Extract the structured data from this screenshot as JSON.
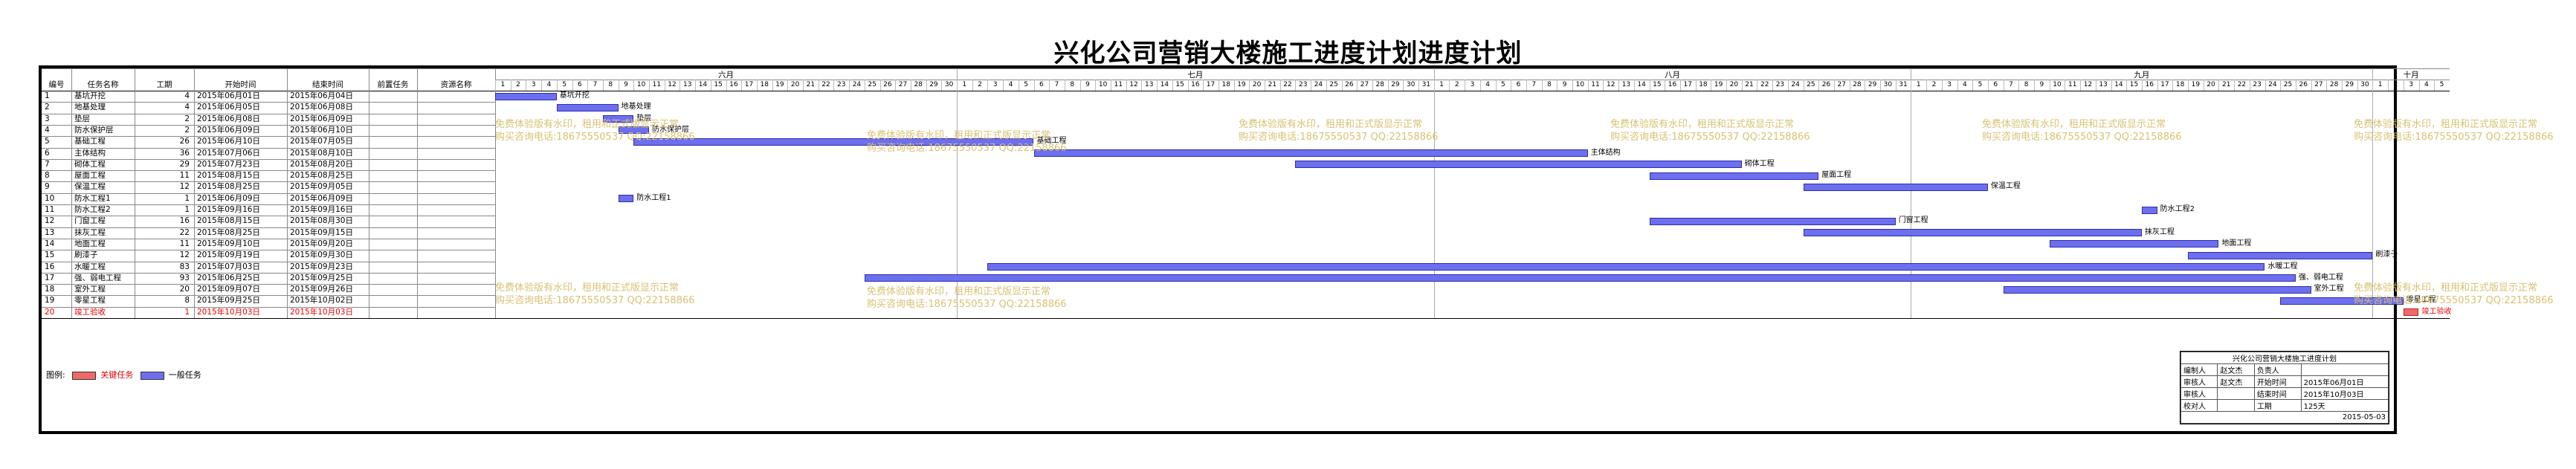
{
  "title": "兴化公司营销大楼施工进度计划进度计划",
  "columns": [
    "编号",
    "任务名称",
    "工期",
    "开始时间",
    "结束时间",
    "前置任务",
    "资源名称"
  ],
  "months": [
    "六月",
    "七月",
    "八月",
    "九月",
    "十月"
  ],
  "tasks": [
    {
      "id": "1",
      "name": "基坑开挖",
      "dur": "4",
      "start": "2015年06月01日",
      "end": "2015年06月04日",
      "bar": "基坑开挖",
      "s": 1,
      "d": 4
    },
    {
      "id": "2",
      "name": "地基处理",
      "dur": "4",
      "start": "2015年06月05日",
      "end": "2015年06月08日",
      "bar": "地基处理",
      "s": 5,
      "d": 4
    },
    {
      "id": "3",
      "name": "垫层",
      "dur": "2",
      "start": "2015年06月08日",
      "end": "2015年06月09日",
      "bar": "垫层",
      "s": 8,
      "d": 2
    },
    {
      "id": "4",
      "name": "防水保护层",
      "dur": "2",
      "start": "2015年06月09日",
      "end": "2015年06月10日",
      "bar": "防水保护层",
      "s": 9,
      "d": 2
    },
    {
      "id": "5",
      "name": "基础工程",
      "dur": "26",
      "start": "2015年06月10日",
      "end": "2015年07月05日",
      "bar": "基础工程",
      "s": 10,
      "d": 26
    },
    {
      "id": "6",
      "name": "主体结构",
      "dur": "36",
      "start": "2015年07月06日",
      "end": "2015年08月10日",
      "bar": "主体结构",
      "s": 36,
      "d": 36
    },
    {
      "id": "7",
      "name": "砌体工程",
      "dur": "29",
      "start": "2015年07月23日",
      "end": "2015年08月20日",
      "bar": "砌体工程",
      "s": 53,
      "d": 29
    },
    {
      "id": "8",
      "name": "屋面工程",
      "dur": "11",
      "start": "2015年08月15日",
      "end": "2015年08月25日",
      "bar": "屋面工程",
      "s": 76,
      "d": 11
    },
    {
      "id": "9",
      "name": "保温工程",
      "dur": "12",
      "start": "2015年08月25日",
      "end": "2015年09月05日",
      "bar": "保温工程",
      "s": 86,
      "d": 12
    },
    {
      "id": "10",
      "name": "防水工程1",
      "dur": "1",
      "start": "2015年06月09日",
      "end": "2015年06月09日",
      "bar": "防水工程1",
      "s": 9,
      "d": 1
    },
    {
      "id": "11",
      "name": "防水工程2",
      "dur": "1",
      "start": "2015年09月16日",
      "end": "2015年09月16日",
      "bar": "防水工程2",
      "s": 108,
      "d": 1
    },
    {
      "id": "12",
      "name": "门窗工程",
      "dur": "16",
      "start": "2015年08月15日",
      "end": "2015年08月30日",
      "bar": "门窗工程",
      "s": 76,
      "d": 16
    },
    {
      "id": "13",
      "name": "抹灰工程",
      "dur": "22",
      "start": "2015年08月25日",
      "end": "2015年09月15日",
      "bar": "抹灰工程",
      "s": 86,
      "d": 22
    },
    {
      "id": "14",
      "name": "地面工程",
      "dur": "11",
      "start": "2015年09月10日",
      "end": "2015年09月20日",
      "bar": "地面工程",
      "s": 102,
      "d": 11
    },
    {
      "id": "15",
      "name": "刷漆子",
      "dur": "12",
      "start": "2015年09月19日",
      "end": "2015年09月30日",
      "bar": "刷漆子",
      "s": 111,
      "d": 12
    },
    {
      "id": "16",
      "name": "水暖工程",
      "dur": "83",
      "start": "2015年07月03日",
      "end": "2015年09月23日",
      "bar": "水暖工程",
      "s": 33,
      "d": 83
    },
    {
      "id": "17",
      "name": "强、弱电工程",
      "dur": "93",
      "start": "2015年06月25日",
      "end": "2015年09月25日",
      "bar": "强、弱电工程",
      "s": 25,
      "d": 93
    },
    {
      "id": "18",
      "name": "室外工程",
      "dur": "20",
      "start": "2015年09月07日",
      "end": "2015年09月26日",
      "bar": "室外工程",
      "s": 99,
      "d": 20
    },
    {
      "id": "19",
      "name": "零星工程",
      "dur": "8",
      "start": "2015年09月25日",
      "end": "2015年10月02日",
      "bar": "零星工程",
      "s": 117,
      "d": 8
    },
    {
      "id": "20",
      "name": "竣工验收",
      "dur": "1",
      "start": "2015年10月03日",
      "end": "2015年10月03日",
      "bar": "竣工验收",
      "s": 125,
      "d": 1,
      "critical": true
    }
  ],
  "watermark": {
    "line1": "免费体验版有水印，租用和正式版显示正常",
    "line2": "购买咨询电话:18675550537 QQ:22158866"
  },
  "legend": {
    "label": "图例:",
    "critical": "关键任务",
    "normal": "一般任务"
  },
  "info": {
    "title": "兴化公司营销大楼施工进度计划",
    "editor_label": "编制人",
    "editor": "赵文杰",
    "owner_label": "负责人",
    "reviewer_label": "审核人",
    "reviewer": "赵文杰",
    "start_label": "开始时间",
    "start": "2015年06月01日",
    "approver_label": "审核人",
    "end_label": "结束时间",
    "end": "2015年10月03日",
    "checker_label": "校对人",
    "days_label": "工期",
    "days": "125天",
    "date": "2015-05-03"
  },
  "colors": {
    "bar": "#6d6ff0",
    "critical": "#ee6a6a",
    "watermark": "#d8c173",
    "critical_text": "#e00000"
  }
}
